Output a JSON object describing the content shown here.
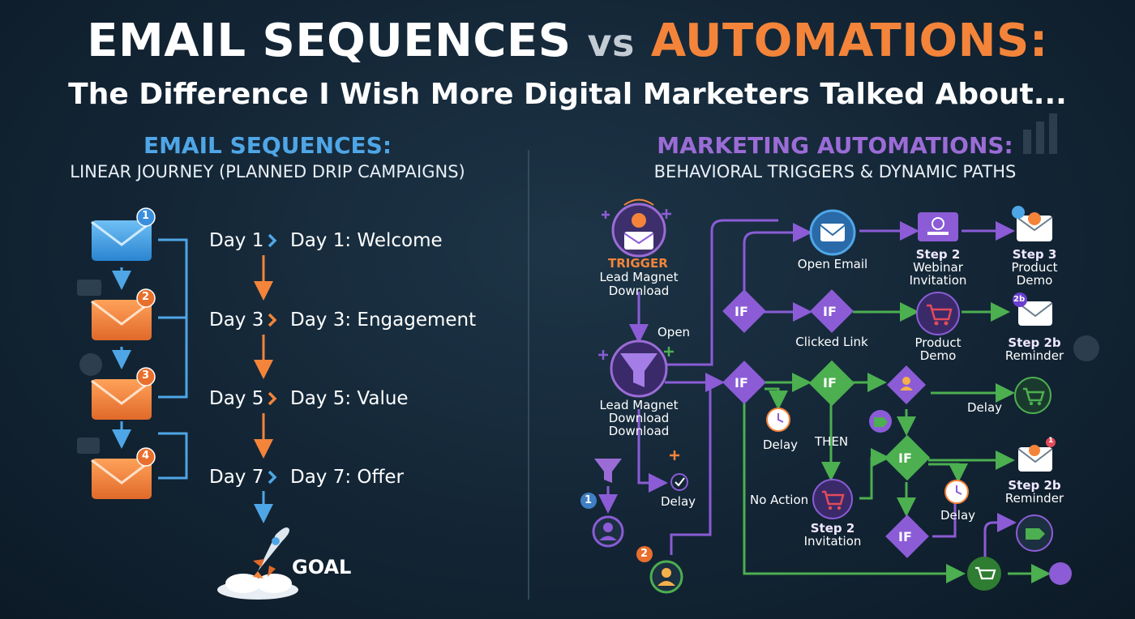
{
  "title": {
    "part1": "EMAIL SEQUENCES",
    "vs": "vs",
    "part2": "AUTOMATIONS:"
  },
  "subtitle": "The Difference I Wish More Digital Marketers Talked About...",
  "left": {
    "heading": "EMAIL SEQUENCES:",
    "subheading": "LINEAR JOURNEY (PLANNED DRIP CAMPAIGNS)",
    "steps": [
      {
        "day": "Day 1",
        "label": "Day 1: Welcome",
        "badge": "1"
      },
      {
        "day": "Day 3",
        "label": "Day 3: Engagement",
        "badge": "2"
      },
      {
        "day": "Day 5",
        "label": "Day 5: Value",
        "badge": "3"
      },
      {
        "day": "Day 7",
        "label": "Day 7: Offer",
        "badge": "4"
      }
    ],
    "goal": "GOAL"
  },
  "right": {
    "heading": "MARKETING AUTOMATIONS:",
    "subheading": "BEHAVIORAL TRIGGERS & DYNAMIC PATHS",
    "trigger": {
      "tag": "TRIGGER",
      "line1": "Lead Magnet",
      "line2": "Download"
    },
    "open": "Open",
    "funnel": {
      "line1": "Lead Magnet",
      "line2": "Download",
      "line3": "Download"
    },
    "open_email": "Open Email",
    "step2_webinar": {
      "line1": "Step 2",
      "line2": "Webinar",
      "line3": "Invitation"
    },
    "step3_product": {
      "line1": "Step 3",
      "line2": "Product",
      "line3": "Demo"
    },
    "if_label": "IF",
    "clicked_link": "Clicked Link",
    "product_demo": {
      "line1": "Product",
      "line2": "Demo"
    },
    "step2b_reminder_top": {
      "line1": "Step 2b",
      "line2": "Reminder"
    },
    "delay": "Delay",
    "then": "THEN",
    "no_action": "No Action",
    "step2_invitation": {
      "line1": "Step 2",
      "line2": "Invitation"
    },
    "step2b_reminder_bottom": {
      "line1": "Step 2b",
      "line2": "Reminder"
    },
    "badge1": "1",
    "badge2": "2",
    "badge_2b": "2b",
    "badge_small": "1"
  },
  "colors": {
    "blue": "#4fa6e6",
    "orange": "#f4843a",
    "purple": "#8b5cd6",
    "green": "#4caf50",
    "background": "#132535"
  }
}
